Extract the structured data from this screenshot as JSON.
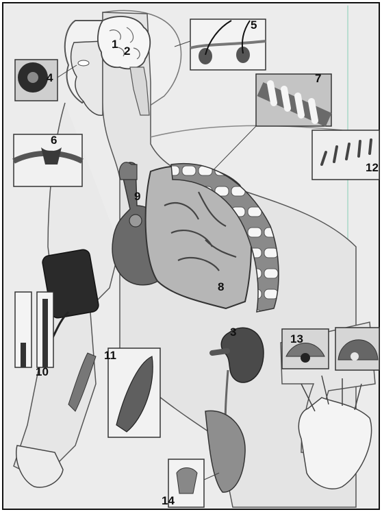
{
  "diagram": {
    "labels": [
      "1",
      "2",
      "3",
      "4",
      "5",
      "6",
      "7",
      "8",
      "9",
      "10",
      "11",
      "12",
      "13",
      "14"
    ]
  },
  "colors": {
    "background": "#ededed",
    "body": "#e6e6e6",
    "organ_dark": "#5f5f5f",
    "organ_mid": "#9a9a9a",
    "bone": "#f4f4f4",
    "ink": "#111111",
    "accent_line": "#a8d8c8"
  }
}
